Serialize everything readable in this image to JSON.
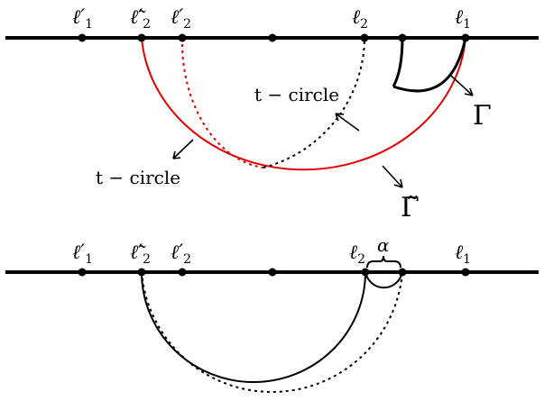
{
  "top": {
    "labels": {
      "l1p": "ℓ′",
      "l1p_sub": "1",
      "l2t": "ℓ̃′",
      "l2t_sub": "2",
      "l2p": "ℓ′",
      "l2p_sub": "2",
      "l2": "ℓ",
      "l2_sub": "2",
      "l1": "ℓ",
      "l1_sub": "1"
    },
    "t_circle_right": "t − circle",
    "t_circle_left": "t − circle",
    "gamma": "Γ",
    "gamma_tilde": "Γ̃"
  },
  "bottom": {
    "labels": {
      "l1p": "ℓ′",
      "l1p_sub": "1",
      "l2t": "ℓ̃′",
      "l2t_sub": "2",
      "l2p": "ℓ′",
      "l2p_sub": "2",
      "l2": "ℓ",
      "l2_sub": "2",
      "l1": "ℓ",
      "l1_sub": "1"
    },
    "alpha": "α"
  },
  "colors": {
    "line": "#000000",
    "red": "#e00000"
  }
}
